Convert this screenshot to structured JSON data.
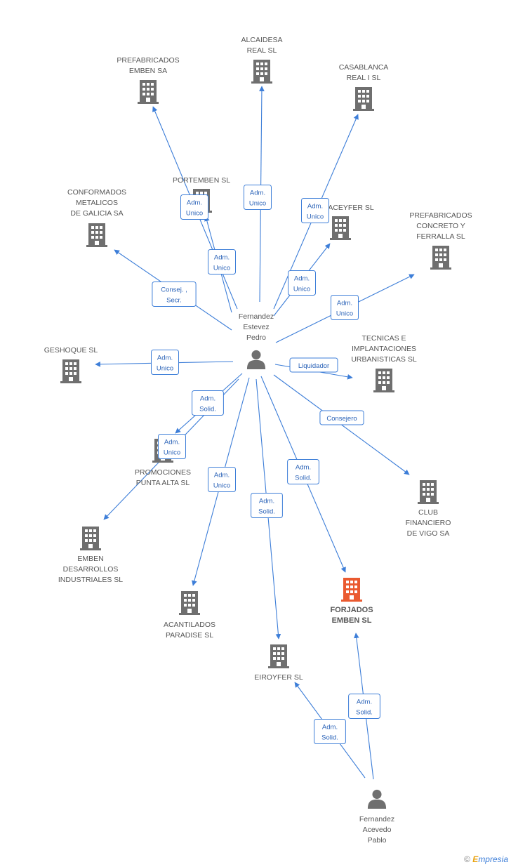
{
  "colors": {
    "edge": "#3d7ed8",
    "company": "#6f6f6f",
    "company_highlight": "#ea5a30",
    "person": "#6f6f6f"
  },
  "companies": [
    {
      "id": "prefabricados_emben",
      "label": [
        "PREFABRICADOS",
        "EMBEN SA"
      ],
      "icon": "building-icon"
    },
    {
      "id": "alcaidesa",
      "label": [
        "ALCAIDESA",
        "REAL SL"
      ],
      "icon": "building-icon"
    },
    {
      "id": "casablanca",
      "label": [
        "CASABLANCA",
        "REAL I SL"
      ],
      "icon": "building-icon"
    },
    {
      "id": "portemben",
      "label": [
        "PORTEMBEN SL"
      ],
      "icon": "building-icon"
    },
    {
      "id": "conformados",
      "label": [
        "CONFORMADOS",
        "METALICOS",
        "DE GALICIA SA"
      ],
      "icon": "building-icon"
    },
    {
      "id": "aceyfer",
      "label": [
        "ACEYFER SL"
      ],
      "icon": "building-icon"
    },
    {
      "id": "prefabricados_concreto",
      "label": [
        "PREFABRICADOS",
        "CONCRETO Y",
        "FERRALLA  SL"
      ],
      "icon": "building-icon"
    },
    {
      "id": "geshoque",
      "label": [
        "GESHOQUE SL"
      ],
      "icon": "building-icon"
    },
    {
      "id": "tecnicas",
      "label": [
        "TECNICAS E",
        "IMPLANTACIONES",
        "URBANISTICAS SL"
      ],
      "icon": "building-icon"
    },
    {
      "id": "promociones",
      "label": [
        "PROMOCIONES",
        "PUNTA ALTA SL"
      ],
      "icon": "building-icon"
    },
    {
      "id": "club",
      "label": [
        "CLUB",
        "FINANCIERO",
        "DE VIGO SA"
      ],
      "icon": "building-icon"
    },
    {
      "id": "emben_desarrollos",
      "label": [
        "EMBEN",
        "DESARROLLOS",
        "INDUSTRIALES SL"
      ],
      "icon": "building-icon"
    },
    {
      "id": "forjados",
      "label": [
        "FORJADOS",
        "EMBEN SL"
      ],
      "icon": "building-icon",
      "highlight": true
    },
    {
      "id": "acantilados",
      "label": [
        "ACANTILADOS",
        "PARADISE SL"
      ],
      "icon": "building-icon"
    },
    {
      "id": "eiroyfer",
      "label": [
        "EIROYFER SL"
      ],
      "icon": "building-icon"
    }
  ],
  "persons": [
    {
      "id": "fernandez_estevez",
      "label": [
        "Fernandez",
        "Estevez",
        "Pedro"
      ],
      "icon": "person-icon"
    },
    {
      "id": "fernandez_acevedo",
      "label": [
        "Fernandez",
        "Acevedo",
        "Pablo"
      ],
      "icon": "person-icon"
    }
  ],
  "edges": [
    {
      "from": "fernandez_estevez",
      "to": "prefabricados_emben",
      "label": [
        "Adm.",
        "Unico"
      ]
    },
    {
      "from": "fernandez_estevez",
      "to": "alcaidesa",
      "label": [
        "Adm.",
        "Unico"
      ]
    },
    {
      "from": "fernandez_estevez",
      "to": "casablanca",
      "label": [
        "Adm.",
        "Unico"
      ]
    },
    {
      "from": "fernandez_estevez",
      "to": "portemben",
      "label": [
        "Adm.",
        "Unico"
      ]
    },
    {
      "from": "fernandez_estevez",
      "to": "conformados",
      "label": [
        "Consej. ,",
        "Secr."
      ]
    },
    {
      "from": "fernandez_estevez",
      "to": "aceyfer",
      "label": [
        "Adm.",
        "Unico"
      ]
    },
    {
      "from": "fernandez_estevez",
      "to": "prefabricados_concreto",
      "label": [
        "Adm.",
        "Unico"
      ]
    },
    {
      "from": "fernandez_estevez",
      "to": "geshoque",
      "label": [
        "Adm.",
        "Unico"
      ]
    },
    {
      "from": "fernandez_estevez",
      "to": "tecnicas",
      "label": [
        "Liquidador"
      ]
    },
    {
      "from": "fernandez_estevez",
      "to": "promociones",
      "label": [
        "Adm.",
        "Solid."
      ]
    },
    {
      "from": "fernandez_estevez",
      "to": "emben_desarrollos",
      "label": [
        "Adm.",
        "Unico"
      ]
    },
    {
      "from": "fernandez_estevez",
      "to": "club",
      "label": [
        "Consejero"
      ]
    },
    {
      "from": "fernandez_estevez",
      "to": "acantilados",
      "label": [
        "Adm.",
        "Unico"
      ]
    },
    {
      "from": "fernandez_estevez",
      "to": "eiroyfer",
      "label": [
        "Adm.",
        "Solid."
      ]
    },
    {
      "from": "fernandez_estevez",
      "to": "forjados",
      "label": [
        "Adm.",
        "Solid."
      ]
    },
    {
      "from": "fernandez_acevedo",
      "to": "eiroyfer",
      "label": [
        "Adm.",
        "Solid."
      ]
    },
    {
      "from": "fernandez_acevedo",
      "to": "forjados",
      "label": [
        "Adm.",
        "Solid."
      ]
    }
  ],
  "copyright": {
    "symbol": "©",
    "brand_initial": "E",
    "brand_rest": "mpresia"
  }
}
